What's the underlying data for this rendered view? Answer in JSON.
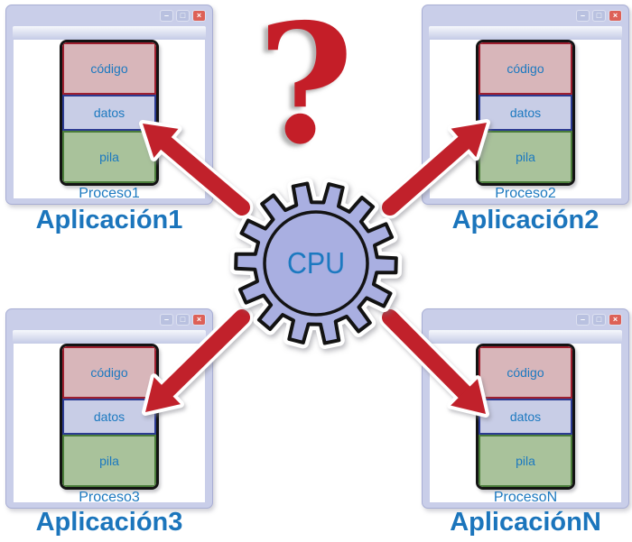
{
  "question_mark": "?",
  "cpu": {
    "label": "CPU"
  },
  "window_controls": {
    "minimize": "–",
    "maximize": "□",
    "close": "×"
  },
  "windows": [
    {
      "process_label": "Proceso1",
      "app_label": "Aplicación1",
      "blocks": [
        {
          "label": "código"
        },
        {
          "label": "datos"
        },
        {
          "label": "pila"
        }
      ]
    },
    {
      "process_label": "Proceso2",
      "app_label": "Aplicación2",
      "blocks": [
        {
          "label": "código"
        },
        {
          "label": "datos"
        },
        {
          "label": "pila"
        }
      ]
    },
    {
      "process_label": "Proceso3",
      "app_label": "Aplicación3",
      "blocks": [
        {
          "label": "código"
        },
        {
          "label": "datos"
        },
        {
          "label": "pila"
        }
      ]
    },
    {
      "process_label": "ProcesoN",
      "app_label": "AplicaciónN",
      "blocks": [
        {
          "label": "código"
        },
        {
          "label": "datos"
        },
        {
          "label": "pila"
        }
      ]
    }
  ],
  "colors": {
    "frame": "#c9cee9",
    "frameBorder": "#a8aed4",
    "btnFace": "#b9c1e0",
    "btnClose": "#dd6157",
    "codeFill": "#d8b6ba",
    "codeBorder": "#9e1f2f",
    "dataFill": "#c8cde6",
    "dataBorder": "#2c3b92",
    "pilaFill": "#a9c29b",
    "pilaBorder": "#4a7d3a",
    "labelBlue": "#1c79c0",
    "titleBlue": "#1b75bc",
    "arrowRed": "#c1212b",
    "qmRed": "#c41e28",
    "gearFill": "#a9afe1",
    "gearInk": "#131313"
  }
}
